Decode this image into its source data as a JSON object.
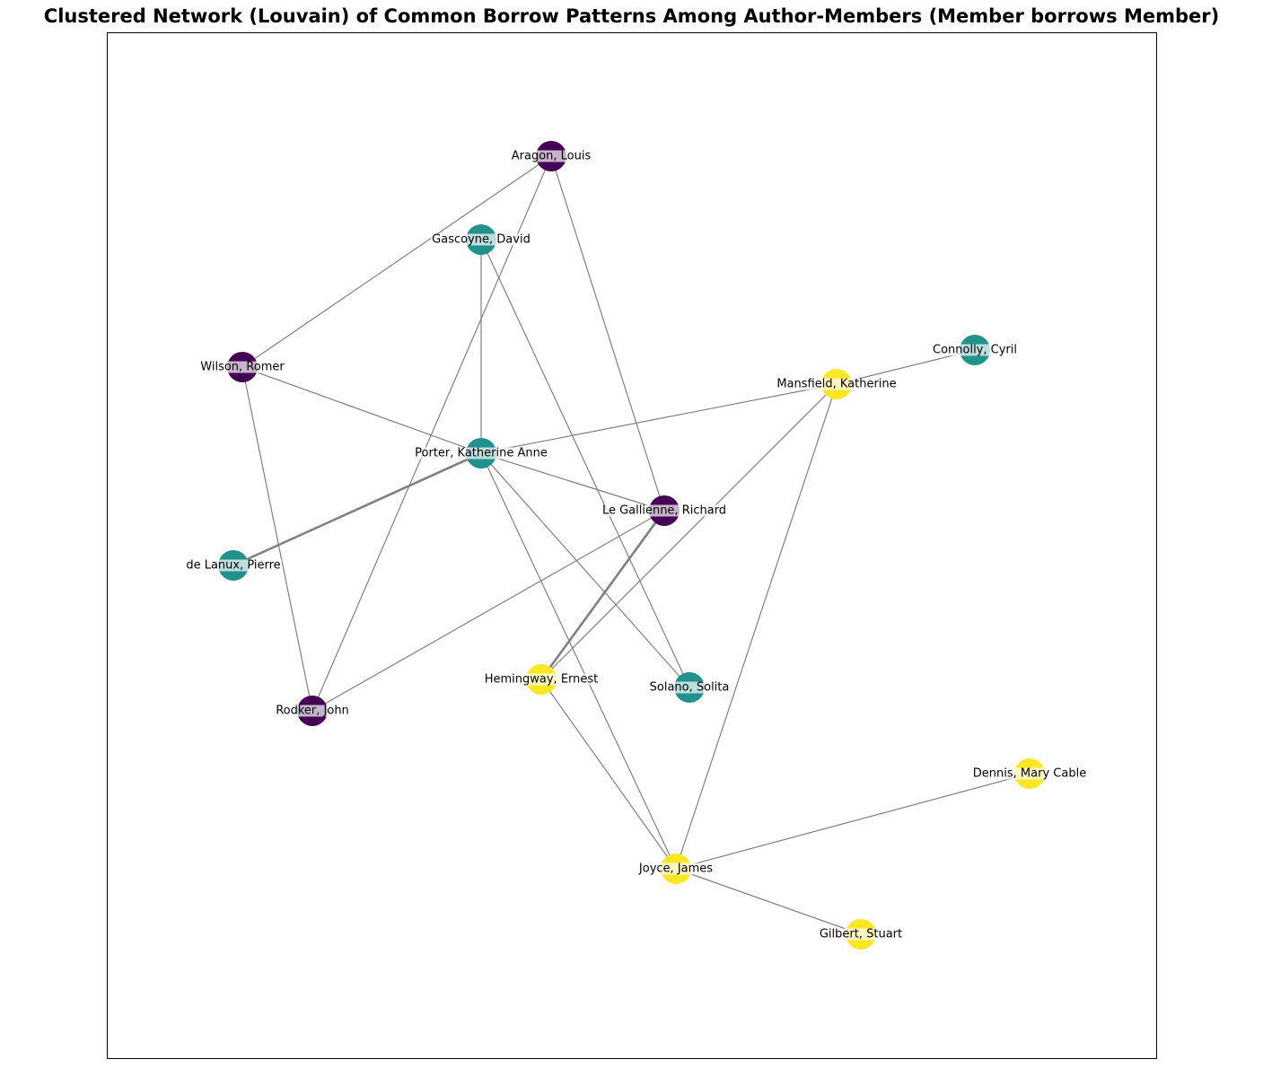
{
  "title": "Clustered Network (Louvain) of Common Borrow Patterns Among Author-Members (Member borrows Member)",
  "cluster_colors": {
    "purple": "#440154",
    "teal": "#21918c",
    "yellow": "#fde725"
  },
  "nodes": [
    {
      "id": "aragon",
      "label": "Aragon, Louis",
      "cluster": "purple"
    },
    {
      "id": "gascoyne",
      "label": "Gascoyne, David",
      "cluster": "teal"
    },
    {
      "id": "wilson",
      "label": "Wilson, Romer",
      "cluster": "purple"
    },
    {
      "id": "porter",
      "label": "Porter, Katherine Anne",
      "cluster": "teal"
    },
    {
      "id": "connolly",
      "label": "Connolly, Cyril",
      "cluster": "teal"
    },
    {
      "id": "mansfield",
      "label": "Mansfield, Katherine",
      "cluster": "yellow"
    },
    {
      "id": "legallienne",
      "label": "Le Gallienne, Richard",
      "cluster": "purple"
    },
    {
      "id": "delanux",
      "label": "de Lanux, Pierre",
      "cluster": "teal"
    },
    {
      "id": "hemingway",
      "label": "Hemingway, Ernest",
      "cluster": "yellow"
    },
    {
      "id": "solano",
      "label": "Solano, Solita",
      "cluster": "teal"
    },
    {
      "id": "rodker",
      "label": "Rodker, John",
      "cluster": "purple"
    },
    {
      "id": "dennis",
      "label": "Dennis, Mary Cable",
      "cluster": "yellow"
    },
    {
      "id": "joyce",
      "label": "Joyce, James",
      "cluster": "yellow"
    },
    {
      "id": "gilbert",
      "label": "Gilbert, Stuart",
      "cluster": "yellow"
    }
  ],
  "edges": [
    {
      "source": "aragon",
      "target": "wilson",
      "weight": 1
    },
    {
      "source": "aragon",
      "target": "rodker",
      "weight": 1
    },
    {
      "source": "aragon",
      "target": "legallienne",
      "weight": 1
    },
    {
      "source": "gascoyne",
      "target": "porter",
      "weight": 1
    },
    {
      "source": "gascoyne",
      "target": "solano",
      "weight": 1
    },
    {
      "source": "wilson",
      "target": "porter",
      "weight": 1
    },
    {
      "source": "wilson",
      "target": "rodker",
      "weight": 1
    },
    {
      "source": "porter",
      "target": "mansfield",
      "weight": 1
    },
    {
      "source": "porter",
      "target": "legallienne",
      "weight": 1
    },
    {
      "source": "porter",
      "target": "delanux",
      "weight": 2
    },
    {
      "source": "porter",
      "target": "solano",
      "weight": 1
    },
    {
      "source": "porter",
      "target": "joyce",
      "weight": 1
    },
    {
      "source": "mansfield",
      "target": "connolly",
      "weight": 1
    },
    {
      "source": "mansfield",
      "target": "hemingway",
      "weight": 1
    },
    {
      "source": "mansfield",
      "target": "joyce",
      "weight": 1
    },
    {
      "source": "legallienne",
      "target": "hemingway",
      "weight": 2
    },
    {
      "source": "legallienne",
      "target": "rodker",
      "weight": 1
    },
    {
      "source": "hemingway",
      "target": "joyce",
      "weight": 1
    },
    {
      "source": "joyce",
      "target": "dennis",
      "weight": 1
    },
    {
      "source": "joyce",
      "target": "gilbert",
      "weight": 1
    }
  ]
}
